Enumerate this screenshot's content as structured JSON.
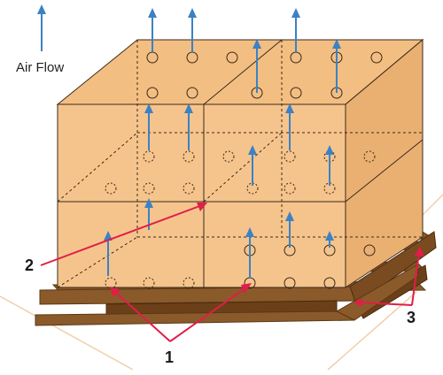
{
  "legend": {
    "label": "Air Flow"
  },
  "callouts": [
    {
      "number": "1"
    },
    {
      "number": "2"
    },
    {
      "number": "3"
    }
  ],
  "colors": {
    "box_front": "#F5C48C",
    "box_top": "#F3BE82",
    "box_side": "#EAB072",
    "box_outline": "#3a2a1a",
    "pallet": "#8A5A2B",
    "pallet_dark": "#6B4019",
    "airflow_arrow": "#3B82C4",
    "callout_line": "#E11D48"
  },
  "icons": {
    "airflow": "up-arrow-icon",
    "vent_hole": "circle-hole-icon"
  }
}
